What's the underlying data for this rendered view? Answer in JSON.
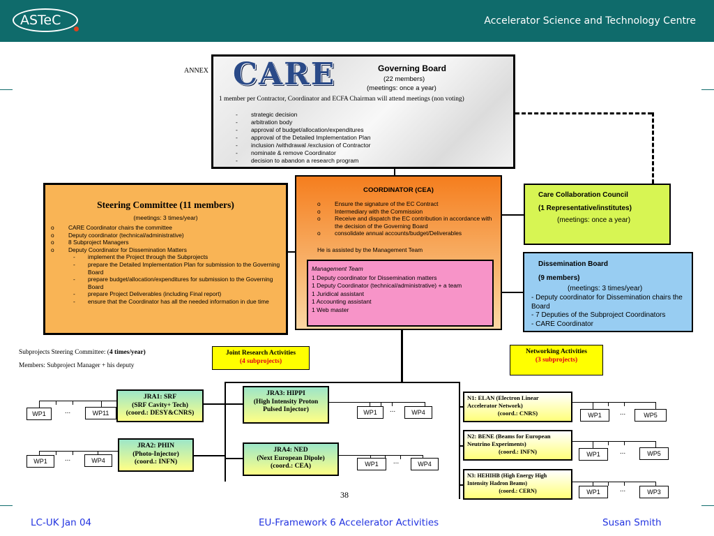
{
  "header": {
    "logo_text": "ASTeC",
    "organization": "Accelerator Science and Technology Centre",
    "colors": {
      "band": "#0f6b6b",
      "logo_dot": "#e0401e"
    }
  },
  "annex_text": "ANNEX",
  "governing_board": {
    "logo": "CARE",
    "title": "Governing Board",
    "members": "(22 members)",
    "meetings": "(meetings: once a year)",
    "note": "1 member per Contractor, Coordinator and ECFA Chairman will attend meetings (non voting)",
    "duties": [
      "strategic decision",
      "arbitration body",
      "approval of budget/allocation/expenditures",
      "approval of the Detailed Implementation Plan",
      "inclusion /withdrawal /exclusion of Contractor",
      "nominate & remove Coordinator",
      "decision to abandon a research program"
    ]
  },
  "steering_committee": {
    "title": "Steering Committee (11 members)",
    "meetings": "(meetings: 3 times/year)",
    "items": [
      "CARE Coordinator chairs the committee",
      "Deputy coordinator (technical/administrative)",
      "8 Subproject Managers",
      "Deputy Coordinator for Dissemination Matters"
    ],
    "subitems": [
      "implement the Project through the Subprojects",
      "prepare the Detailed Implementation Plan for submission to the Governing Board",
      "prepare budget/allocation/expenditures for submission to the Governing Board",
      "prepare Project Deliverables (including Final report)",
      "ensure that the Coordinator has all the needed information in due time"
    ],
    "color": "#f9b455"
  },
  "coordinator": {
    "title": "COORDINATOR (CEA)",
    "items": [
      "Ensure the signature of the EC Contract",
      "Intermediary with the Commission",
      "Receive and dispatch the EC contribution in accordance with the decision of the Governing Board",
      "consolidate annual accounts/budget/Deliverables"
    ],
    "assisted": "He is assisted by the Management Team"
  },
  "management_team": {
    "title": "Management Team",
    "lines": [
      "1 Deputy coordinator for Dissemination matters",
      "1 Deputy Coordinator (technical/administrative) + a team",
      "1 Juridical assistant",
      "1 Accounting assistant",
      "1 Web master"
    ],
    "color": "#f794c8"
  },
  "council": {
    "title": "Care Collaboration Council",
    "line2": "(1 Representative/institutes)",
    "meetings": "(meetings: once a year)",
    "color": "#d7f553"
  },
  "dissemination_board": {
    "title": "Dissemination Board",
    "members": "(9 members)",
    "meetings": "(meetings: 3 times/year)",
    "lines": [
      "- Deputy coordinator for Dissemination chairs the Board",
      "- 7 Deputies of the Subproject Coordinators",
      "- CARE Coordinator"
    ],
    "color": "#98cdf2"
  },
  "subproject_info": {
    "line1_prefix": "Subprojects Steering Committee: (",
    "line1_bold": "4 times/year)",
    "line2": "Members: Subproject Manager + his deputy"
  },
  "jra_label": {
    "title": "Joint Research Activities",
    "sub": "(4 subprojects)"
  },
  "networking_label": {
    "title": "Networking Activities",
    "sub": "(3 subprojects)"
  },
  "jra": [
    {
      "lines": [
        "JRA1: SRF",
        "(SRF Cavity+ Tech)",
        "(coord.: DESY&CNRS)"
      ],
      "wp_first": "WP1",
      "wp_last": "WP11"
    },
    {
      "lines": [
        "JRA2: PHIN",
        "(Photo-Injector)",
        "(coord.: INFN)"
      ],
      "wp_first": "WP1",
      "wp_last": "WP4"
    },
    {
      "lines": [
        "JRA3: HIPPI",
        "(High Intensity Proton",
        "Pulsed Injector)"
      ],
      "wp_first": "WP1",
      "wp_last": "WP4"
    },
    {
      "lines": [
        "JRA4: NED",
        "(Next European Dipole)",
        "(coord.: CEA)"
      ],
      "wp_first": "WP1",
      "wp_last": "WP4"
    }
  ],
  "networks": [
    {
      "line1": "N1: ELAN (Electron Linear",
      "line2": "Accelerator Network)",
      "coord": "(coord.: CNRS)",
      "wp_first": "WP1",
      "wp_last": "WP5"
    },
    {
      "line1": "N2: BENE (Beams for European",
      "line2": "Neutrino Experiments)",
      "coord": "(coord.: INFN)",
      "wp_first": "WP1",
      "wp_last": "WP5"
    },
    {
      "line1": "N3: HEHIHB (High Energy High",
      "line2": "Intensity Hadron Beams)",
      "coord": "(coord.: CERN)",
      "wp_first": "WP1",
      "wp_last": "WP3"
    }
  ],
  "ellipsis": "...",
  "page_number": "38",
  "footer": {
    "left": "LC-UK Jan 04",
    "center": "EU-Framework 6 Accelerator Activities",
    "right": "Susan Smith",
    "color": "#2233e0"
  }
}
